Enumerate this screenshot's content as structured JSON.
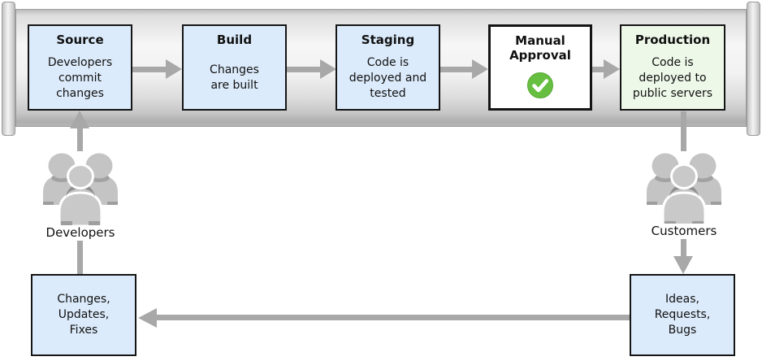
{
  "diagram": {
    "pipeline": {
      "stages": [
        {
          "title": "Source",
          "description": "Developers\ncommit\nchanges"
        },
        {
          "title": "Build",
          "description": "Changes\nare built"
        },
        {
          "title": "Staging",
          "description": "Code is\ndeployed and\ntested"
        },
        {
          "title": "Manual\nApproval",
          "description": ""
        },
        {
          "title": "Production",
          "description": "Code is\ndeployed to\npublic servers"
        }
      ]
    },
    "actors": {
      "developers": {
        "label": "Developers"
      },
      "customers": {
        "label": "Customers"
      }
    },
    "feedback": {
      "dev_box": {
        "text": "Changes,\nUpdates,\nFixes"
      },
      "customer_box": {
        "text": "Ideas,\nRequests,\nBugs"
      }
    },
    "colors": {
      "stage_blue": "#dcebfb",
      "stage_green": "#eef8e9",
      "stage_white": "#ffffff",
      "box_border": "#151515",
      "arrow_gray": "#a8a8a8",
      "check_green": "#66bf40",
      "icon_gray": "#c4c4c4"
    }
  }
}
